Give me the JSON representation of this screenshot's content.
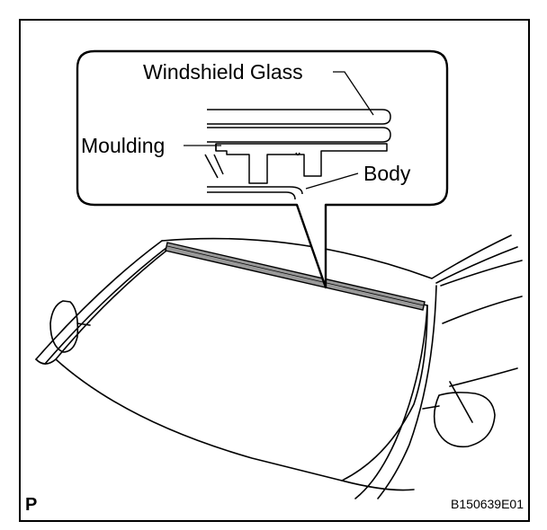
{
  "labels": {
    "windshield_glass": "Windshield Glass",
    "moulding": "Moulding",
    "body": "Body"
  },
  "corner_mark": "P",
  "figure_code": "B150639E01",
  "colors": {
    "line": "#000000",
    "background": "#ffffff",
    "moulding_fill": "#999999"
  }
}
